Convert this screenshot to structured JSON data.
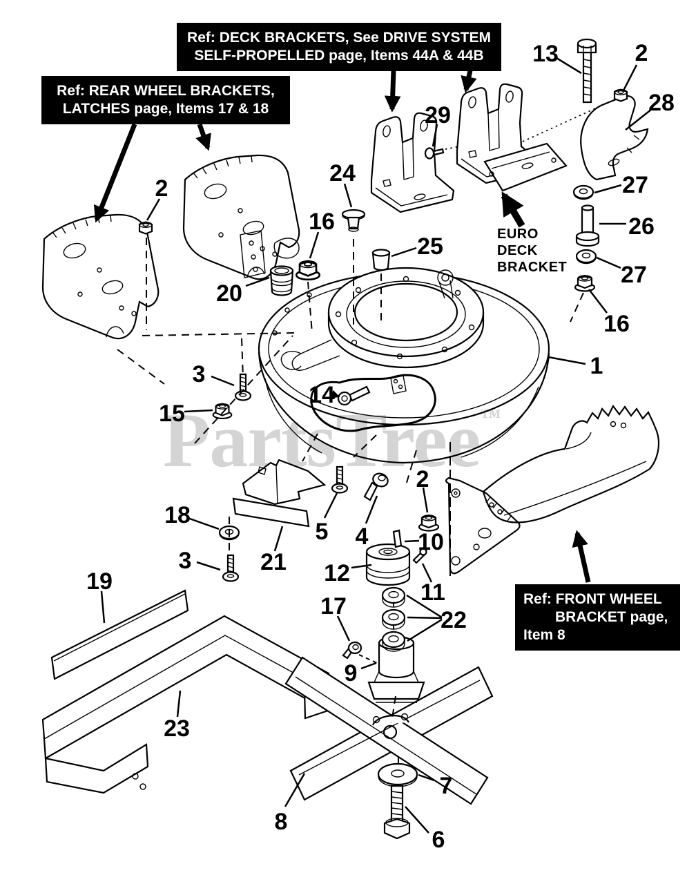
{
  "page": {
    "background": "#ffffff",
    "line_color": "#000000"
  },
  "watermark": {
    "text": "PartsTree",
    "trademark": "™",
    "color": "#d4d4d4"
  },
  "ref_boxes": {
    "deck_brackets": {
      "line1": "Ref: DECK BRACKETS, See DRIVE SYSTEM",
      "line2": "SELF-PROPELLED page, Items 44A & 44B"
    },
    "rear_wheel_brackets": {
      "line1": "Ref: REAR WHEEL BRACKETS,",
      "line2": "LATCHES page, Items 17 & 18"
    },
    "front_wheel_bracket": {
      "line1": "Ref: FRONT WHEEL",
      "line2": "BRACKET page,",
      "line3": "Item 8"
    }
  },
  "labels": {
    "euro_deck_bracket": {
      "line1": "EURO",
      "line2": "DECK",
      "line3": "BRACKET"
    }
  },
  "callouts": {
    "item13": "13",
    "item2_top_right": "2",
    "item28": "28",
    "item29": "29",
    "item27_upper": "27",
    "item26": "26",
    "item27_lower": "27",
    "item16_right": "16",
    "item24": "24",
    "item16_left": "16",
    "item25": "25",
    "item2_left": "2",
    "item20": "20",
    "item1": "1",
    "item3_mid": "3",
    "item15": "15",
    "item14": "14",
    "item5": "5",
    "item4": "4",
    "item2_mid": "2",
    "item10": "10",
    "item12": "12",
    "item11": "11",
    "item18": "18",
    "item3_lower": "3",
    "item21": "21",
    "item17": "17",
    "item22": "22",
    "item9": "9",
    "item19": "19",
    "item23": "23",
    "item8": "8",
    "item7": "7",
    "item6": "6"
  }
}
